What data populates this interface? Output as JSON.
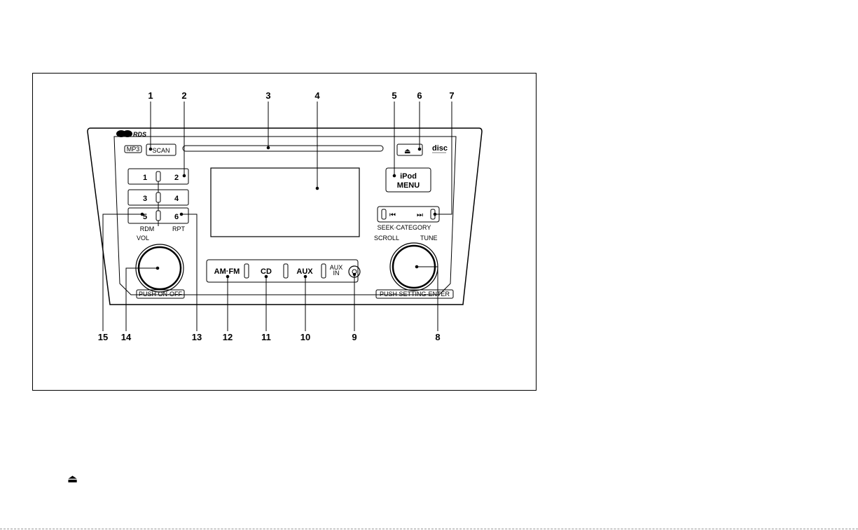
{
  "callouts": [
    "1",
    "2",
    "3",
    "4",
    "5",
    "6",
    "7",
    "8",
    "9",
    "10",
    "11",
    "12",
    "13",
    "14",
    "15"
  ],
  "buttons": {
    "scan": "SCAN",
    "mp3_badge": "MP3",
    "preset_1": "1",
    "preset_2": "2",
    "preset_3": "3",
    "preset_4": "4",
    "preset_5": "5",
    "preset_6": "6",
    "rdm": "RDM",
    "rpt": "RPT",
    "ipod_line1": "iPod",
    "ipod_line2": "MENU",
    "seek_category": "SEEK·CATEGORY",
    "am_fm": "AM·FM",
    "cd": "CD",
    "aux": "AUX",
    "aux_in_line1": "AUX",
    "aux_in_line2": "IN",
    "vol": "VOL",
    "scroll": "SCROLL",
    "tune": "TUNE",
    "push_on_off": "PUSH ON·OFF",
    "push_setting_enter": "PUSH SETTING·ENTER",
    "rds_logo": "RDS",
    "disc_logo": "disc"
  },
  "icons": {
    "eject": "⏏",
    "seek_prev": "⏮",
    "seek_next": "⏭",
    "aux_jack": "headphone-jack-icon"
  },
  "page": {
    "eject_symbol": "⏏"
  }
}
